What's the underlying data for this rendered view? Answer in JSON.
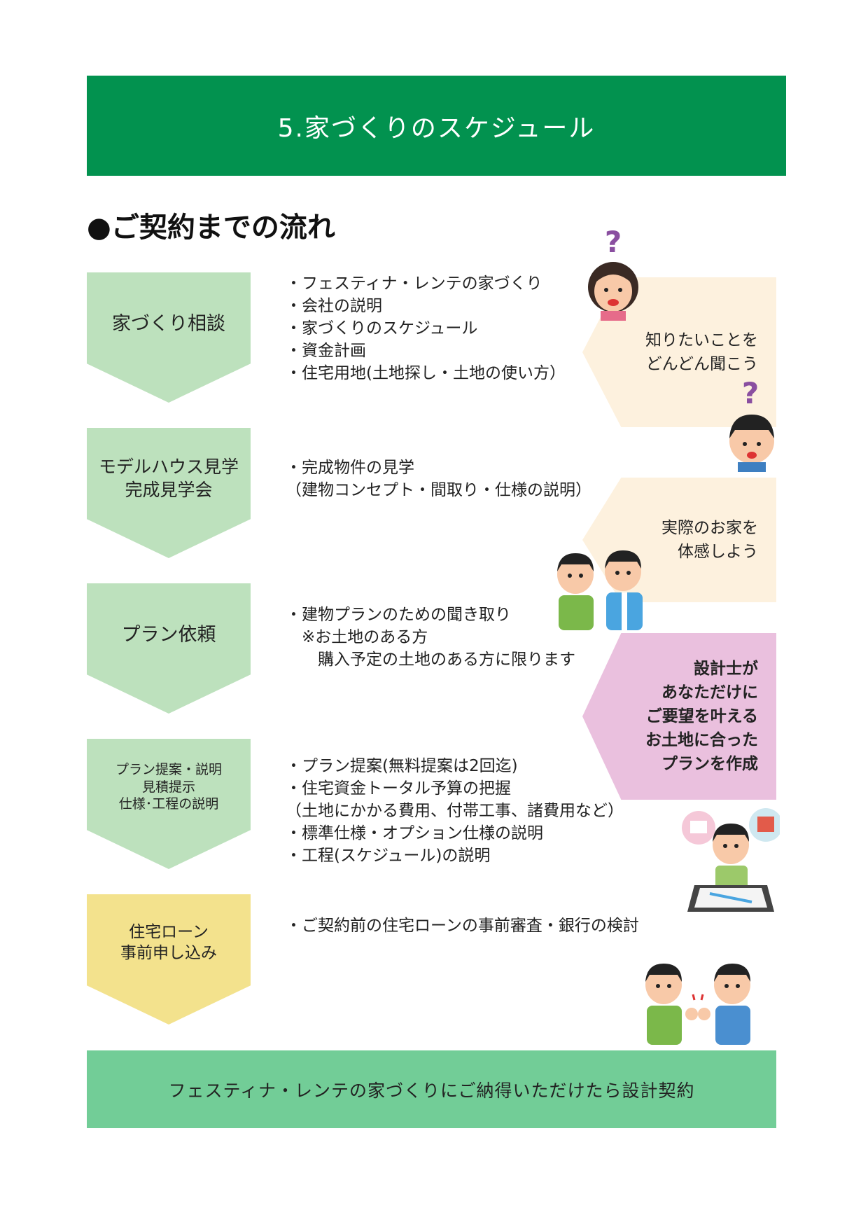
{
  "header": {
    "title": "5.家づくりのスケジュール"
  },
  "section": {
    "title": "●ご契約までの流れ"
  },
  "steps": [
    {
      "label": "家づくり相談",
      "color": "#bde1bd",
      "description": "・フェスティナ・レンテの家づくり\n・会社の説明\n・家づくりのスケジュール\n・資金計画\n・住宅用地(土地探し・土地の使い方）"
    },
    {
      "label": "モデルハウス見学\n完成見学会",
      "color": "#bde1bd",
      "description": "・完成物件の見学\n（建物コンセプト・間取り・仕様の説明）"
    },
    {
      "label": "プラン依頼",
      "color": "#bde1bd",
      "description": "・建物プランのための聞き取り\n　※お土地のある方\n　　購入予定の土地のある方に限ります"
    },
    {
      "label": "プラン提案・説明\n見積提示\n仕様･工程の説明",
      "color": "#bde1bd",
      "description": "・プラン提案(無料提案は2回迄)\n・住宅資金トータル予算の把握\n（土地にかかる費用、付帯工事、諸費用など）\n・標準仕様・オプション仕様の説明\n・工程(スケジュール)の説明"
    },
    {
      "label": "住宅ローン\n事前申し込み",
      "color": "#f3e28d",
      "description": "・ご契約前の住宅ローンの事前審査・銀行の検討"
    }
  ],
  "bubbles": [
    {
      "text": "知りたいことを\nどんどん聞こう",
      "color": "#fdf1de"
    },
    {
      "text": "実際のお家を\n体感しよう",
      "color": "#fdf1de"
    },
    {
      "text": "設計士が\nあなただけに\nご要望を叶える\nお土地に合った\nプランを作成",
      "color": "#eac0de"
    }
  ],
  "footer": {
    "text": "フェスティナ・レンテの家づくりにご納得いただけたら設計契約"
  },
  "colors": {
    "header": "#02924f",
    "footer": "#72cd97",
    "question_mark": "#8a4fa0"
  }
}
